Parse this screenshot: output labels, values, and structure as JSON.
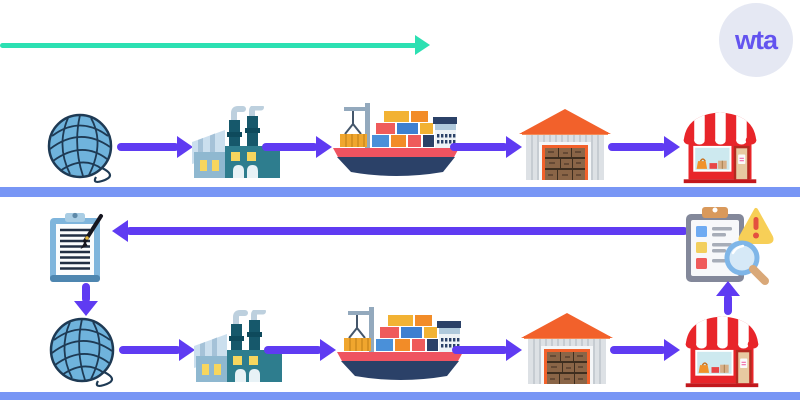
{
  "logo": {
    "text": "wta"
  },
  "colors": {
    "teal_arrow": "#2ce0b2",
    "purple_arrow": "#5f3bf2",
    "divider": "#7896f5",
    "logo_bg": "#e5e8f3",
    "logo_text": "#6353ef",
    "background": "#ffffff"
  },
  "diagram": {
    "forward_chain": {
      "stages": [
        "yarn",
        "factory",
        "cargo-ship",
        "warehouse",
        "retail-store"
      ],
      "arrow_direction": "right"
    },
    "feedback_loop": {
      "items": [
        "order-clipboard",
        "audit-report"
      ],
      "long_arrow": {
        "from": "audit-report",
        "to": "order-clipboard",
        "direction": "left"
      },
      "vertical_arrows": [
        {
          "from": "order-clipboard",
          "to": "yarn",
          "direction": "down"
        },
        {
          "from": "retail-store",
          "to": "audit-report",
          "direction": "up"
        }
      ]
    },
    "traced_chain": {
      "stages": [
        "yarn",
        "factory",
        "cargo-ship",
        "warehouse",
        "retail-store"
      ],
      "arrow_direction": "right"
    }
  }
}
